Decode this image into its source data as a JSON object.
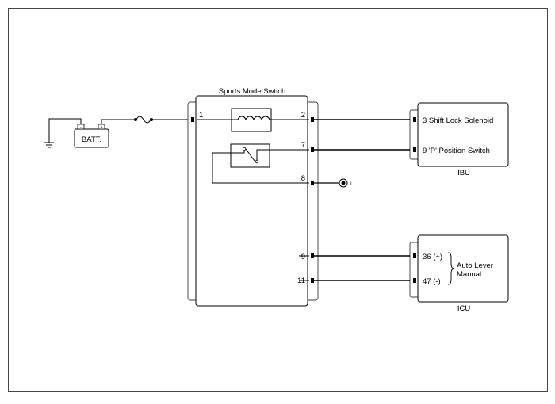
{
  "switch": {
    "title": "Sports Mode Swtich",
    "pins": {
      "p1": "1",
      "p2": "2",
      "p7": "7",
      "p8": "8",
      "p9": "9",
      "p11": "11"
    }
  },
  "battery": {
    "label": "BATT.",
    "neg": "-",
    "pos": "+"
  },
  "ibu": {
    "name": "IBU",
    "terminals": [
      "3 Shift Lock Solenoid",
      "9 'P' Position Switch"
    ]
  },
  "icu": {
    "name": "ICU",
    "terminals": [
      "36 (+)",
      "47 (-)"
    ],
    "function_line1": "Auto Lever",
    "function_line2": "Manual"
  },
  "ground_glyph": "I"
}
